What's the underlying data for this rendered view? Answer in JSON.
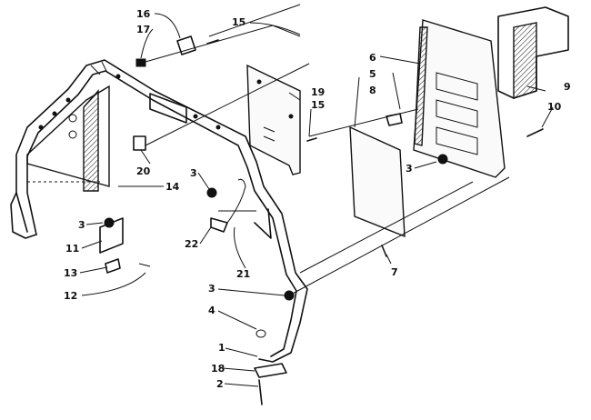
{
  "diagram": {
    "callouts": [
      {
        "id": "c1",
        "text": "1"
      },
      {
        "id": "c2",
        "text": "2"
      },
      {
        "id": "c3a",
        "text": "3"
      },
      {
        "id": "c3b",
        "text": "3"
      },
      {
        "id": "c3c",
        "text": "3"
      },
      {
        "id": "c3d",
        "text": "3"
      },
      {
        "id": "c4",
        "text": "4"
      },
      {
        "id": "c5",
        "text": "5"
      },
      {
        "id": "c6",
        "text": "6"
      },
      {
        "id": "c7",
        "text": "7"
      },
      {
        "id": "c8",
        "text": "8"
      },
      {
        "id": "c9",
        "text": "9"
      },
      {
        "id": "c10",
        "text": "10"
      },
      {
        "id": "c11",
        "text": "11"
      },
      {
        "id": "c12",
        "text": "12"
      },
      {
        "id": "c13",
        "text": "13"
      },
      {
        "id": "c14",
        "text": "14"
      },
      {
        "id": "c15a",
        "text": "15"
      },
      {
        "id": "c15b",
        "text": "15"
      },
      {
        "id": "c16",
        "text": "16"
      },
      {
        "id": "c17",
        "text": "17"
      },
      {
        "id": "c18",
        "text": "18"
      },
      {
        "id": "c19",
        "text": "19"
      },
      {
        "id": "c20",
        "text": "20"
      },
      {
        "id": "c21",
        "text": "21"
      },
      {
        "id": "c22",
        "text": "22"
      }
    ]
  }
}
